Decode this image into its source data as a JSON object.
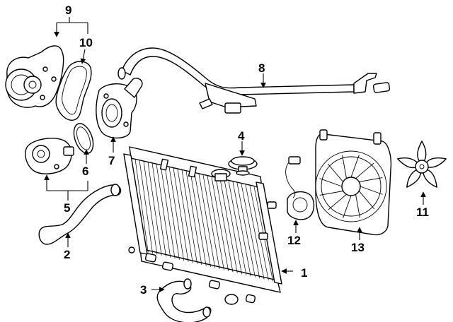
{
  "diagram": {
    "colors": {
      "line": "#000000",
      "background": "#ffffff"
    },
    "callouts": [
      {
        "id": "1",
        "label": "1"
      },
      {
        "id": "2",
        "label": "2"
      },
      {
        "id": "3",
        "label": "3"
      },
      {
        "id": "4",
        "label": "4"
      },
      {
        "id": "5",
        "label": "5"
      },
      {
        "id": "6",
        "label": "6"
      },
      {
        "id": "7",
        "label": "7"
      },
      {
        "id": "8",
        "label": "8"
      },
      {
        "id": "9",
        "label": "9"
      },
      {
        "id": "10",
        "label": "10"
      },
      {
        "id": "11",
        "label": "11"
      },
      {
        "id": "12",
        "label": "12"
      },
      {
        "id": "13",
        "label": "13"
      }
    ]
  }
}
